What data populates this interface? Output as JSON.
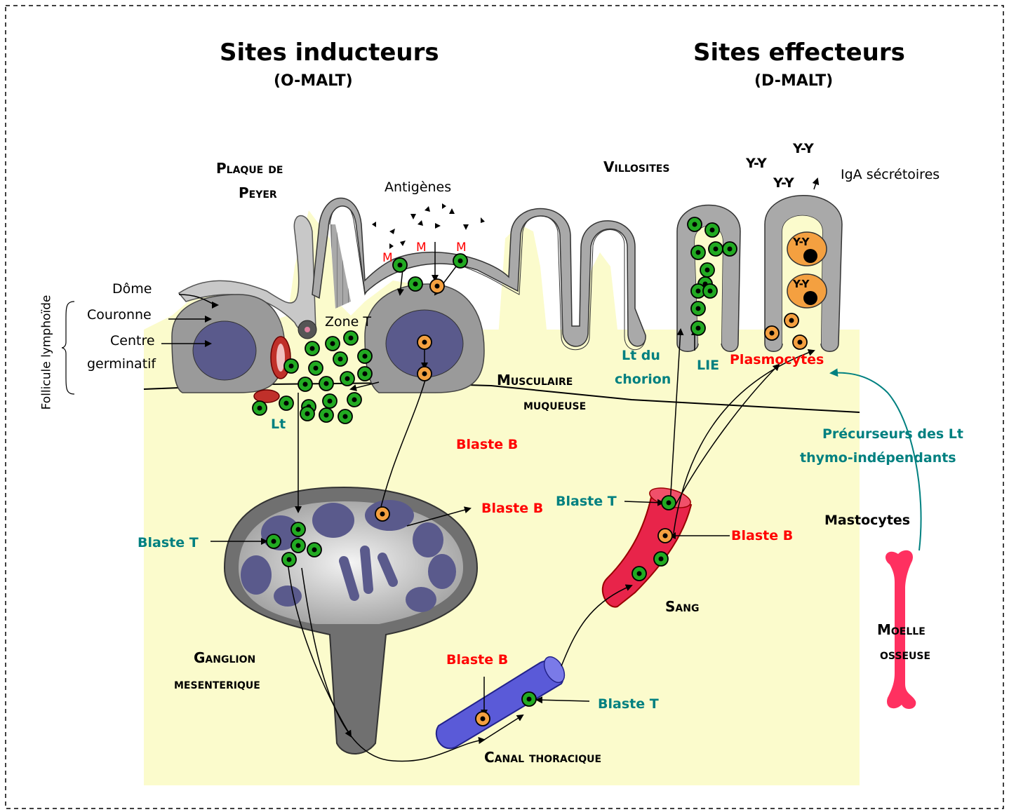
{
  "headers": {
    "left_title": "Sites inducteurs",
    "left_sub": "(O-MALT)",
    "right_title": "Sites effecteurs",
    "right_sub": "(D-MALT)"
  },
  "labels": {
    "plaque_1": "Plaque de",
    "plaque_2": "Peyer",
    "antigenes": "Antigènes",
    "villosites": "Villosites",
    "yy1": "Y-Y",
    "yy2": "Y-Y",
    "yy3": "Y-Y",
    "iga": "IgA sécrétoires",
    "m1": "M",
    "m2": "M",
    "m3": "M",
    "dome": "Dôme",
    "couronne": "Couronne",
    "centre_1": "Centre",
    "centre_2": "germinatif",
    "follicule": "Follicule lymphoïde",
    "zone_t": "Zone T",
    "lt": "Lt",
    "musculaire_1": "Musculaire",
    "musculaire_2": "muqueuse",
    "blaste_b_top": "Blaste B",
    "lt_du_1": "Lt du",
    "lt_du_2": "chorion",
    "lie": "LIE",
    "plasmocytes": "Plasmocytes",
    "precurseurs_1": "Précurseurs des Lt",
    "precurseurs_2": "thymo-indépendants",
    "blaste_t_sang": "Blaste T",
    "blaste_b_ganglion": "Blaste B",
    "blaste_t_ganglion": "Blaste T",
    "mastocytes": "Mastocytes",
    "blaste_b_sang": "Blaste B",
    "sang": "Sang",
    "moelle_1": "Moelle",
    "moelle_2": "osseuse",
    "ganglion_1": "Ganglion",
    "ganglion_2": "mesenterique",
    "blaste_b_canal": "Blaste B",
    "blaste_t_canal": "Blaste T",
    "canal": "Canal thoracique",
    "yy_cell1": "Y-Y",
    "yy_cell2": "Y-Y"
  },
  "colors": {
    "tissue": "#fbfbcc",
    "epithelium": "#a9a9a9",
    "follicle": "#9a9a9a",
    "germinal": "#5a5a8c",
    "t_cell": "#22aa22",
    "b_cell": "#f4a040",
    "blood": "#e8244a",
    "lymph": "#5a5ad8",
    "bone": "#ff3060",
    "red_label": "#ff0000",
    "teal_label": "#008080"
  }
}
